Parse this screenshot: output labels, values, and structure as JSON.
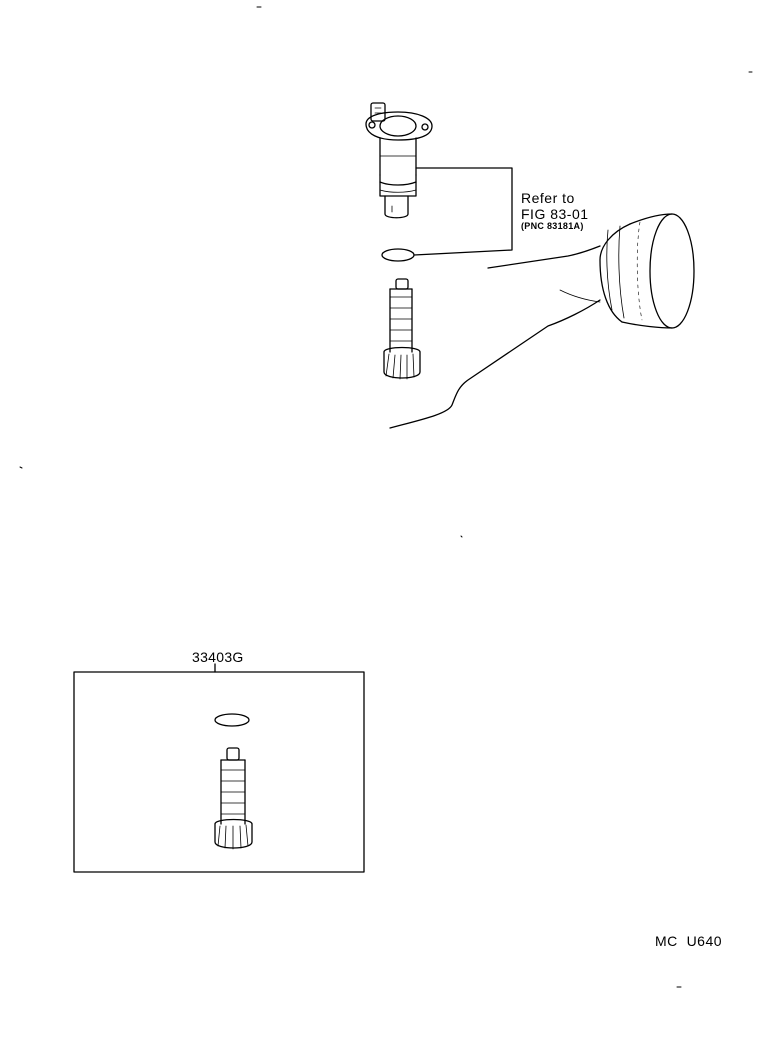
{
  "reference_note": {
    "line1": "Refer to",
    "line2": "FIG 83-01",
    "line3": "(PNC 83181A)"
  },
  "kit": {
    "part_number": "33403G"
  },
  "catalog": {
    "code_prefix": "MC",
    "code_number": "U640"
  },
  "colors": {
    "ink": "#000000",
    "paper": "#ffffff"
  }
}
